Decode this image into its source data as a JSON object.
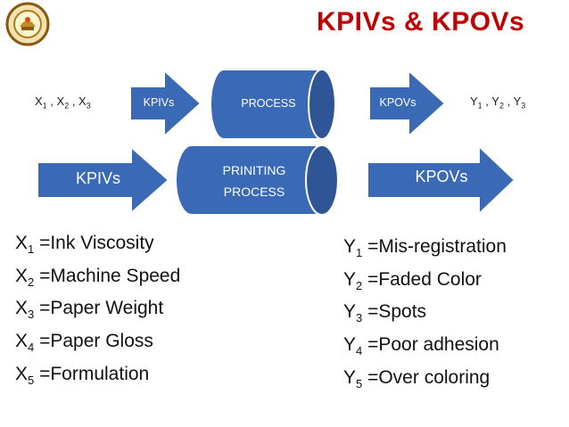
{
  "title": "KPIVs & KPOVs",
  "top_row": {
    "inputs_label": {
      "parts": [
        "X",
        "1",
        " , X",
        "2",
        " , X",
        "3"
      ]
    },
    "kpivs_arrow": "KPIVs",
    "process": "PROCESS",
    "kpovs_arrow": "KPOVs",
    "outputs_label": {
      "parts": [
        "Y",
        "1",
        " , Y",
        "2",
        " , Y",
        "3"
      ]
    }
  },
  "second_row": {
    "kpivs_arrow": "KPIVs",
    "process_line1": "PRINITING",
    "process_line2": "PROCESS",
    "kpovs_arrow": "KPOVs"
  },
  "inputs": [
    {
      "var": "X",
      "sub": "1",
      "text": " =Ink Viscosity"
    },
    {
      "var": "X",
      "sub": "2",
      "text": " =Machine Speed"
    },
    {
      "var": "X",
      "sub": "3",
      "text": " =Paper Weight"
    },
    {
      "var": "X",
      "sub": "4",
      "text": " =Paper Gloss"
    },
    {
      "var": "X",
      "sub": "5",
      "text": " =Formulation"
    }
  ],
  "outputs": [
    {
      "var": "Y",
      "sub": "1",
      "text": " =Mis-registration"
    },
    {
      "var": "Y",
      "sub": "2",
      "text": " =Faded Color"
    },
    {
      "var": "Y",
      "sub": "3",
      "text": " =Spots"
    },
    {
      "var": "Y",
      "sub": "4",
      "text": " =Poor adhesion"
    },
    {
      "var": "Y",
      "sub": "5",
      "text": " =Over coloring"
    }
  ],
  "colors": {
    "title": "#c00000",
    "shape_fill": "#3a69b5",
    "shape_dark": "#2f5597",
    "outline": "#ffffff"
  },
  "icons": {
    "logo": "university-seal-icon"
  }
}
